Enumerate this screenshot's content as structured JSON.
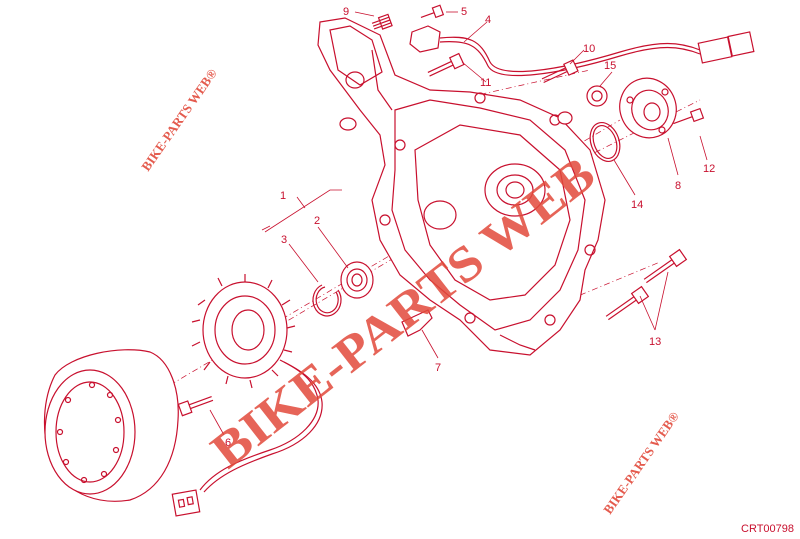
{
  "diagram": {
    "reference_code": "CRT00798",
    "watermark_large": "BIKE-PARTS WEB",
    "watermark_small": "BIKE-PARTS WEB®",
    "colors": {
      "line": "#c8102e",
      "watermark": "#e24a3b",
      "background": "#ffffff"
    },
    "callouts": [
      "1",
      "2",
      "3",
      "4",
      "5",
      "6",
      "7",
      "8",
      "9",
      "10",
      "11",
      "12",
      "13",
      "14",
      "15"
    ]
  }
}
